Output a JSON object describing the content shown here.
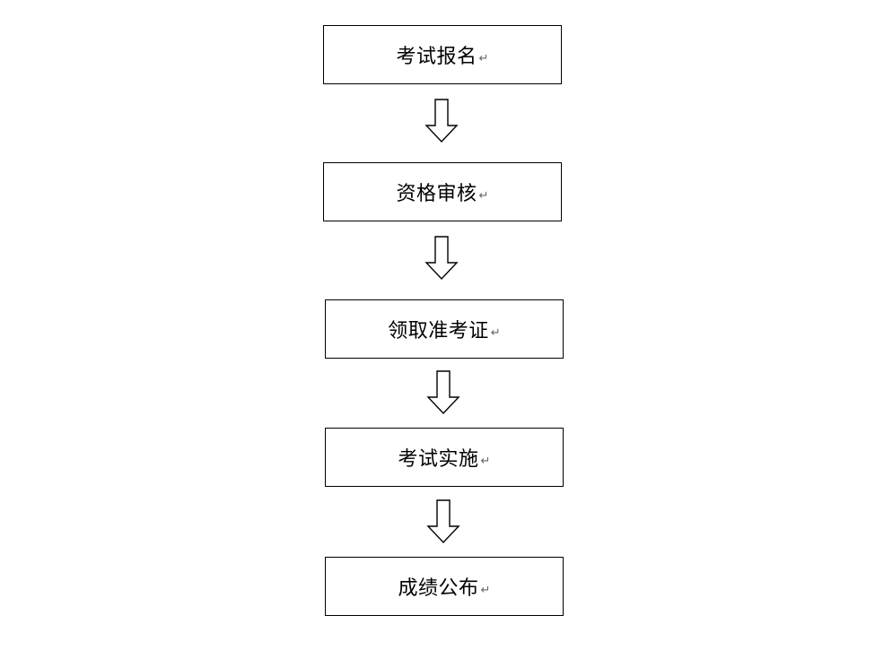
{
  "flowchart": {
    "return_glyph": "↵",
    "steps": [
      {
        "label": "考试报名"
      },
      {
        "label": "资格审核"
      },
      {
        "label": "领取准考证"
      },
      {
        "label": "考试实施"
      },
      {
        "label": "成绩公布"
      }
    ],
    "colors": {
      "stroke": "#000000",
      "background": "#ffffff"
    }
  }
}
